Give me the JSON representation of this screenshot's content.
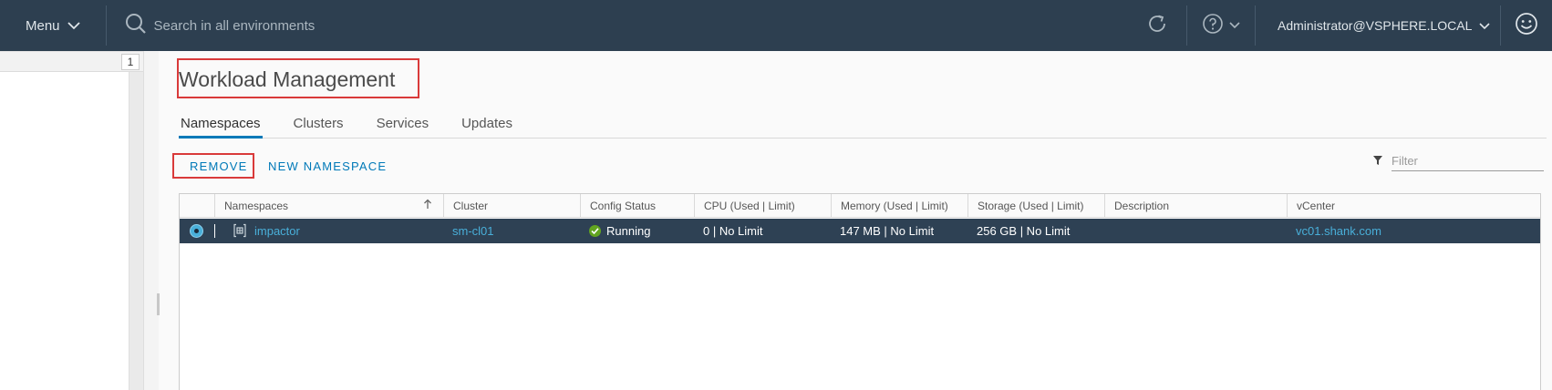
{
  "header": {
    "menu_label": "Menu",
    "search_placeholder": "Search in all environments",
    "user_label": "Administrator@VSPHERE.LOCAL"
  },
  "left_pane": {
    "count_badge": "1"
  },
  "page": {
    "title": "Workload Management",
    "tabs": [
      "Namespaces",
      "Clusters",
      "Services",
      "Updates"
    ],
    "active_tab": "Namespaces"
  },
  "actions": {
    "remove": "REMOVE",
    "new_namespace": "NEW NAMESPACE"
  },
  "filter": {
    "placeholder": "Filter"
  },
  "table": {
    "columns": [
      "Namespaces",
      "Cluster",
      "Config Status",
      "CPU (Used | Limit)",
      "Memory (Used | Limit)",
      "Storage (Used | Limit)",
      "Description",
      "vCenter"
    ],
    "rows": [
      {
        "namespace": "impactor",
        "cluster": "sm-cl01",
        "config_status": "Running",
        "cpu": "0 | No Limit",
        "memory": "147 MB | No Limit",
        "storage": "256 GB | No Limit",
        "description": "",
        "vcenter": "vc01.shank.com",
        "selected": true
      }
    ]
  },
  "colors": {
    "topbar": "#2d3f50",
    "accent": "#0079b8",
    "selected_row": "#2e4154",
    "highlight_box": "#d93a3a",
    "status_ok": "#62a420"
  }
}
